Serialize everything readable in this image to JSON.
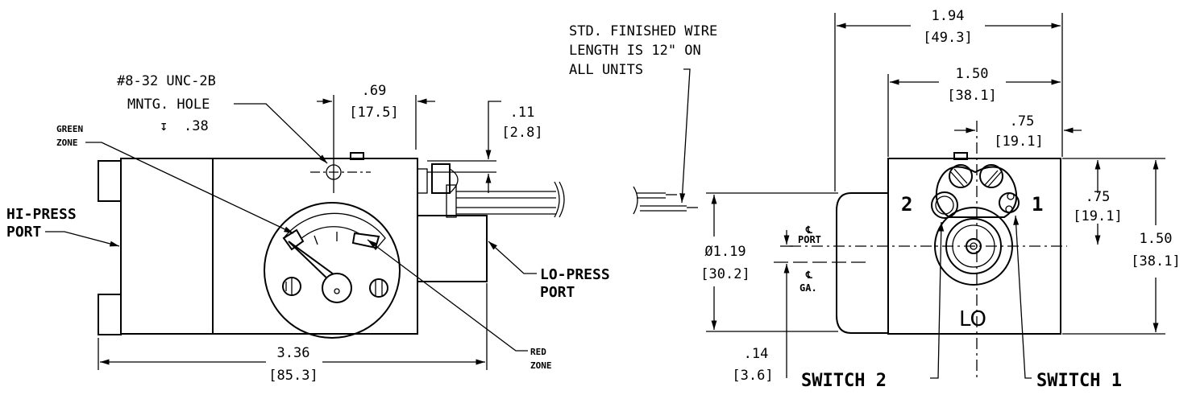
{
  "colors": {
    "ink": "#000000",
    "paper": "#ffffff"
  },
  "left_view": {
    "mounting_hole": {
      "line1": "#8-32 UNC-2B",
      "line2": "MNTG. HOLE",
      "depth_symbol": "↧",
      "depth": ".38"
    },
    "green_zone": {
      "line1": "GREEN",
      "line2": "ZONE"
    },
    "red_zone": {
      "line1": "RED",
      "line2": "ZONE"
    },
    "hi_press_port": {
      "line1": "HI-PRESS",
      "line2": "PORT"
    },
    "lo_press_port": {
      "line1": "LO-PRESS",
      "line2": "PORT"
    },
    "dim_hole_offset": {
      "inch": ".69",
      "mm": "[17.5]"
    },
    "dim_wire_offset": {
      "inch": ".11",
      "mm": "[2.8]"
    },
    "dim_length": {
      "inch": "3.36",
      "mm": "[85.3]"
    }
  },
  "wire_note": {
    "line1": "STD. FINISHED WIRE",
    "line2": "LENGTH IS 12\" ON",
    "line3": "ALL UNITS"
  },
  "right_view": {
    "dim_overall_width": {
      "inch": "1.94",
      "mm": "[49.3]"
    },
    "dim_body_width": {
      "inch": "1.50",
      "mm": "[38.1]"
    },
    "dim_half_width": {
      "inch": ".75",
      "mm": "[19.1]"
    },
    "dim_half_height": {
      "inch": ".75",
      "mm": "[19.1]"
    },
    "dim_body_height": {
      "inch": "1.50",
      "mm": "[38.1]"
    },
    "dim_diameter": {
      "inch": "Ø1.19",
      "mm": "[30.2]"
    },
    "dim_offset": {
      "inch": ".14",
      "mm": "[3.6]"
    },
    "cl_port": {
      "symbol": "℄",
      "label": "PORT"
    },
    "cl_gauge": {
      "symbol": "℄",
      "label": "GA."
    },
    "switch_number_2": "2",
    "switch_number_1": "1",
    "lo_label": "LO",
    "switch_2_label": "SWITCH 2",
    "switch_1_label": "SWITCH 1"
  }
}
